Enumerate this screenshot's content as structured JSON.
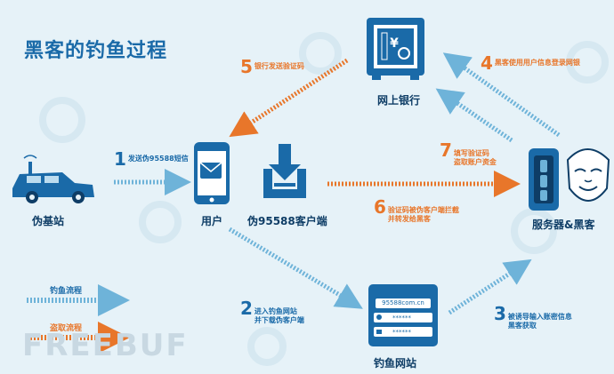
{
  "title": "黑客的钓鱼过程",
  "nodes": {
    "fake_base_station": "伪基站",
    "user": "用户",
    "fake_client": "伪95588客户端",
    "online_bank": "网上银行",
    "server_hacker": "服务器&黑客",
    "phishing_site": "钓鱼网站"
  },
  "steps": [
    {
      "num": "1",
      "text": "发送伪95588短信"
    },
    {
      "num": "2",
      "text": "进入钓鱼网站\n并下载伪客户端"
    },
    {
      "num": "3",
      "text": "被诱导输入账密信息\n黑客获取"
    },
    {
      "num": "4",
      "text": "黑客使用用户信息登录网银"
    },
    {
      "num": "5",
      "text": "银行发送验证码"
    },
    {
      "num": "6",
      "text": "验证码被伪客户端拦截\n并转发给黑客"
    },
    {
      "num": "7",
      "text": "填写验证码\n盗取账户资金"
    }
  ],
  "phishing_url": "95588com.cn",
  "password_mask": "******",
  "legend": {
    "phishing": "钓鱼流程",
    "theft": "盗取流程"
  },
  "watermark": "FREEBUF",
  "colors": {
    "blue": "#1a6aa8",
    "light_blue": "#6eb3d9",
    "orange": "#e8762a",
    "bg": "#e6f2f8"
  }
}
